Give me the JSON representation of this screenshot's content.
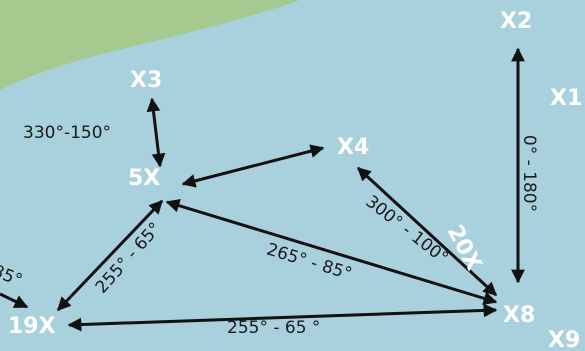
{
  "map": {
    "land_color": "#a6c98f",
    "water_color": "#a9d0dd",
    "arrow_color": "#111111",
    "label_color": "#ffffff",
    "nodes": {
      "x3": "X3",
      "x5": "5X",
      "x4": "X4",
      "x2": "X2",
      "x1": "X1",
      "x20": "20X",
      "x8": "X8",
      "x9": "X9",
      "x19": "19X"
    },
    "bearings": {
      "x3_5x": "330°-150°",
      "x2_x8": "0° - 180°",
      "x4_x8": "300° - 100°",
      "x5_x8": "265° - 85°",
      "x19_5x": "255° - 65°",
      "x19_x8": "255° - 65 °",
      "left_edge": "85°"
    }
  }
}
